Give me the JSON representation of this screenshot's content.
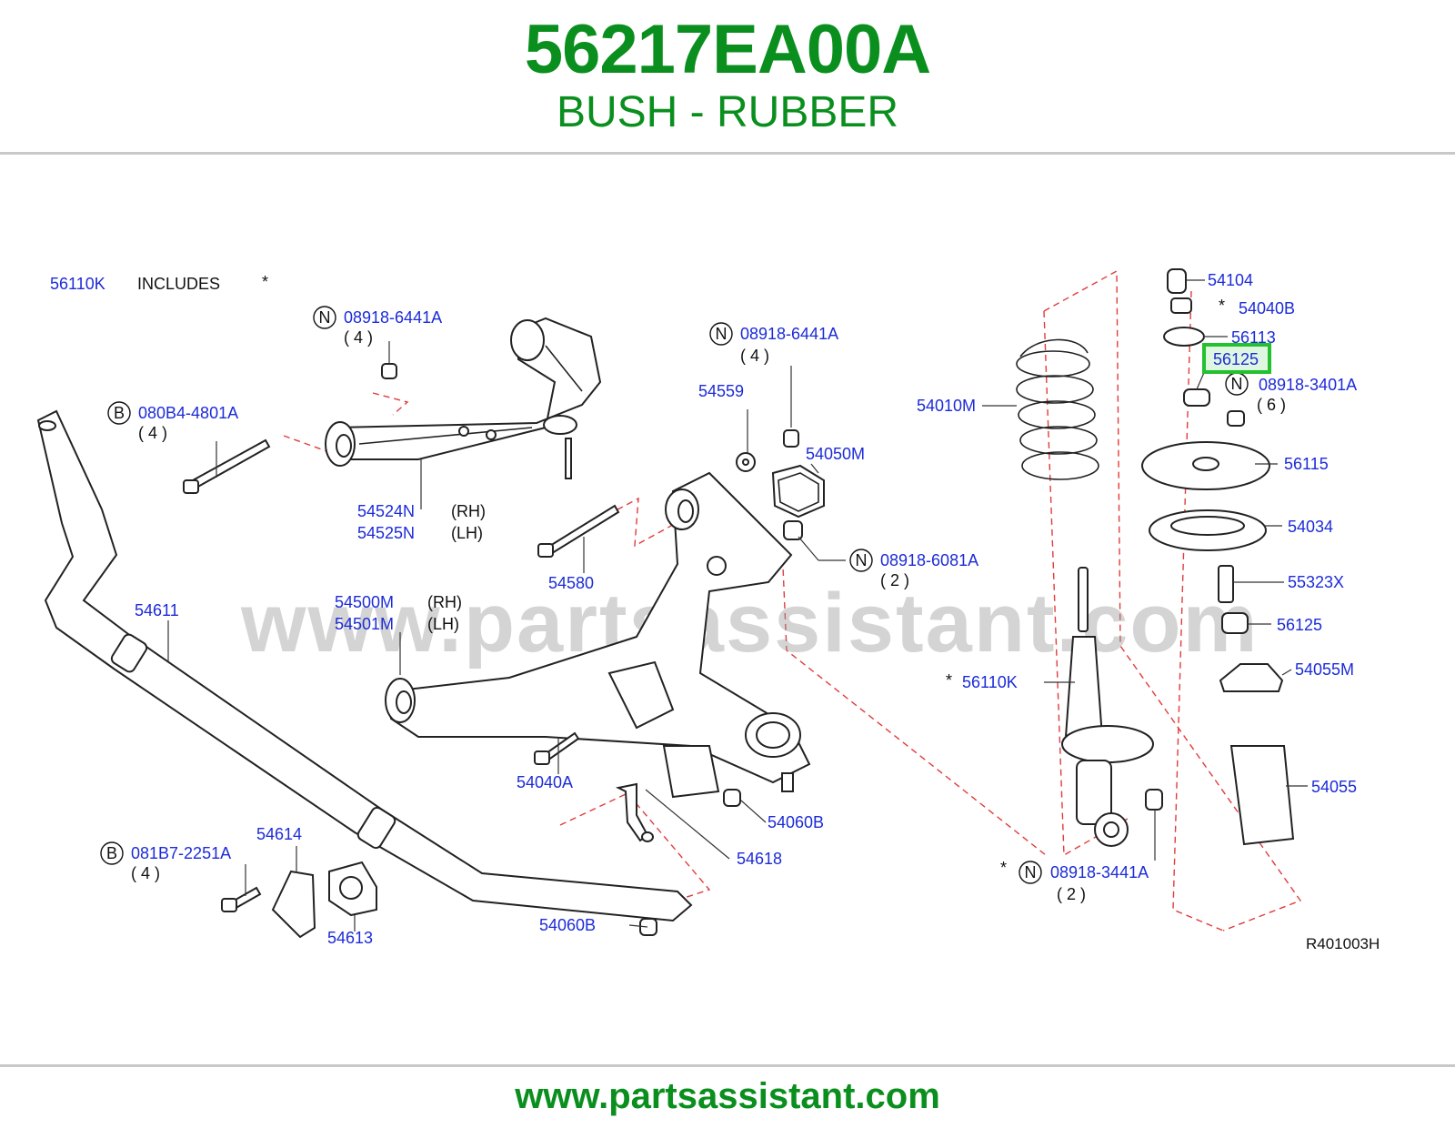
{
  "header": {
    "part_number": "56217EA00A",
    "part_name": "BUSH - RUBBER"
  },
  "footer": {
    "url": "www.partsassistant.com"
  },
  "watermark": "www.partsassistant.com",
  "colors": {
    "brand_green": "#0a8f1e",
    "label_blue": "#1c2bd8",
    "highlight_green": "#22c12e",
    "dash_red": "#e23b3b"
  },
  "diagram": {
    "ref_code": "R401003H",
    "includes_text": "INCLUDES",
    "star": "*",
    "highlighted_part": "56125",
    "labels": {
      "p56110k_top": "56110K",
      "p08918_6441a_a": "08918-6441A",
      "qty_4_a": "( 4 )",
      "p080b4": "080B4-4801A",
      "qty_4_b": "( 4 )",
      "p54524n": "54524N",
      "p54525n": "54525N",
      "rh_a": "(RH)",
      "lh_a": "(LH)",
      "p08918_6441a_b": "08918-6441A",
      "qty_4_c": "( 4 )",
      "p54559": "54559",
      "p54050m": "54050M",
      "p54580": "54580",
      "p08918_6081a": "08918-6081A",
      "qty_2_a": "( 2 )",
      "p54611": "54611",
      "p54500m": "54500M",
      "p54501m": "54501M",
      "rh_b": "(RH)",
      "lh_b": "(LH)",
      "p54040a": "54040A",
      "p54060b_a": "54060B",
      "p54618": "54618",
      "p54614": "54614",
      "p081b7": "081B7-2251A",
      "qty_4_d": "( 4 )",
      "p54613": "54613",
      "p54060b_b": "54060B",
      "p54010m": "54010M",
      "p56110k_mid": "56110K",
      "p08918_3441a": "08918-3441A",
      "qty_2_b": "( 2 )",
      "p54104": "54104",
      "p54040b": "54040B",
      "p56113": "56113",
      "p56125_hl": "56125",
      "p08918_3401a": "08918-3401A",
      "qty_6": "( 6 )",
      "p56115": "56115",
      "p54034": "54034",
      "p55323x": "55323X",
      "p56125": "56125",
      "p54055m": "54055M",
      "p54055": "54055"
    },
    "badges": {
      "n1": "N",
      "b1": "B",
      "n2": "N",
      "n3": "N",
      "b2": "B",
      "n4": "N",
      "n5": "N"
    }
  }
}
